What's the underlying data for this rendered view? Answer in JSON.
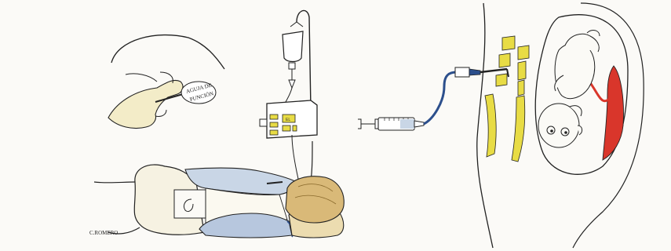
{
  "drawing": {
    "needle_label_line1": "AGUJA DE",
    "needle_label_line2": "PUNCIÓN",
    "pump_display": "EL",
    "signature": "C.ROMERO"
  },
  "colors": {
    "ink": "#222222",
    "skin": "#f6eed4",
    "sheet": "#c9d6e6",
    "hair": "#d9b978",
    "yellow": "#e8dc45",
    "red": "#d9362b",
    "blue": "#2c4f8c"
  },
  "icons": [
    "iv-bag-icon",
    "infusion-pump-icon",
    "syringe-icon",
    "fetus-icon",
    "needle-icon"
  ]
}
